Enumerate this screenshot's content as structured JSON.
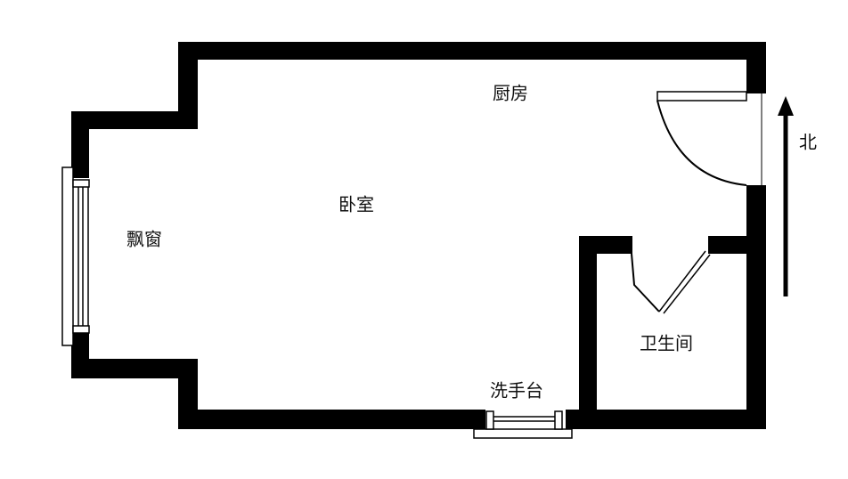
{
  "rooms": {
    "kitchen": "厨房",
    "bedroom": "卧室",
    "bay_window": "飘窗",
    "bathroom": "卫生间",
    "washbasin": "洗手台"
  },
  "compass": {
    "north": "北"
  },
  "colors": {
    "wall": "#000000",
    "background": "#ffffff"
  }
}
